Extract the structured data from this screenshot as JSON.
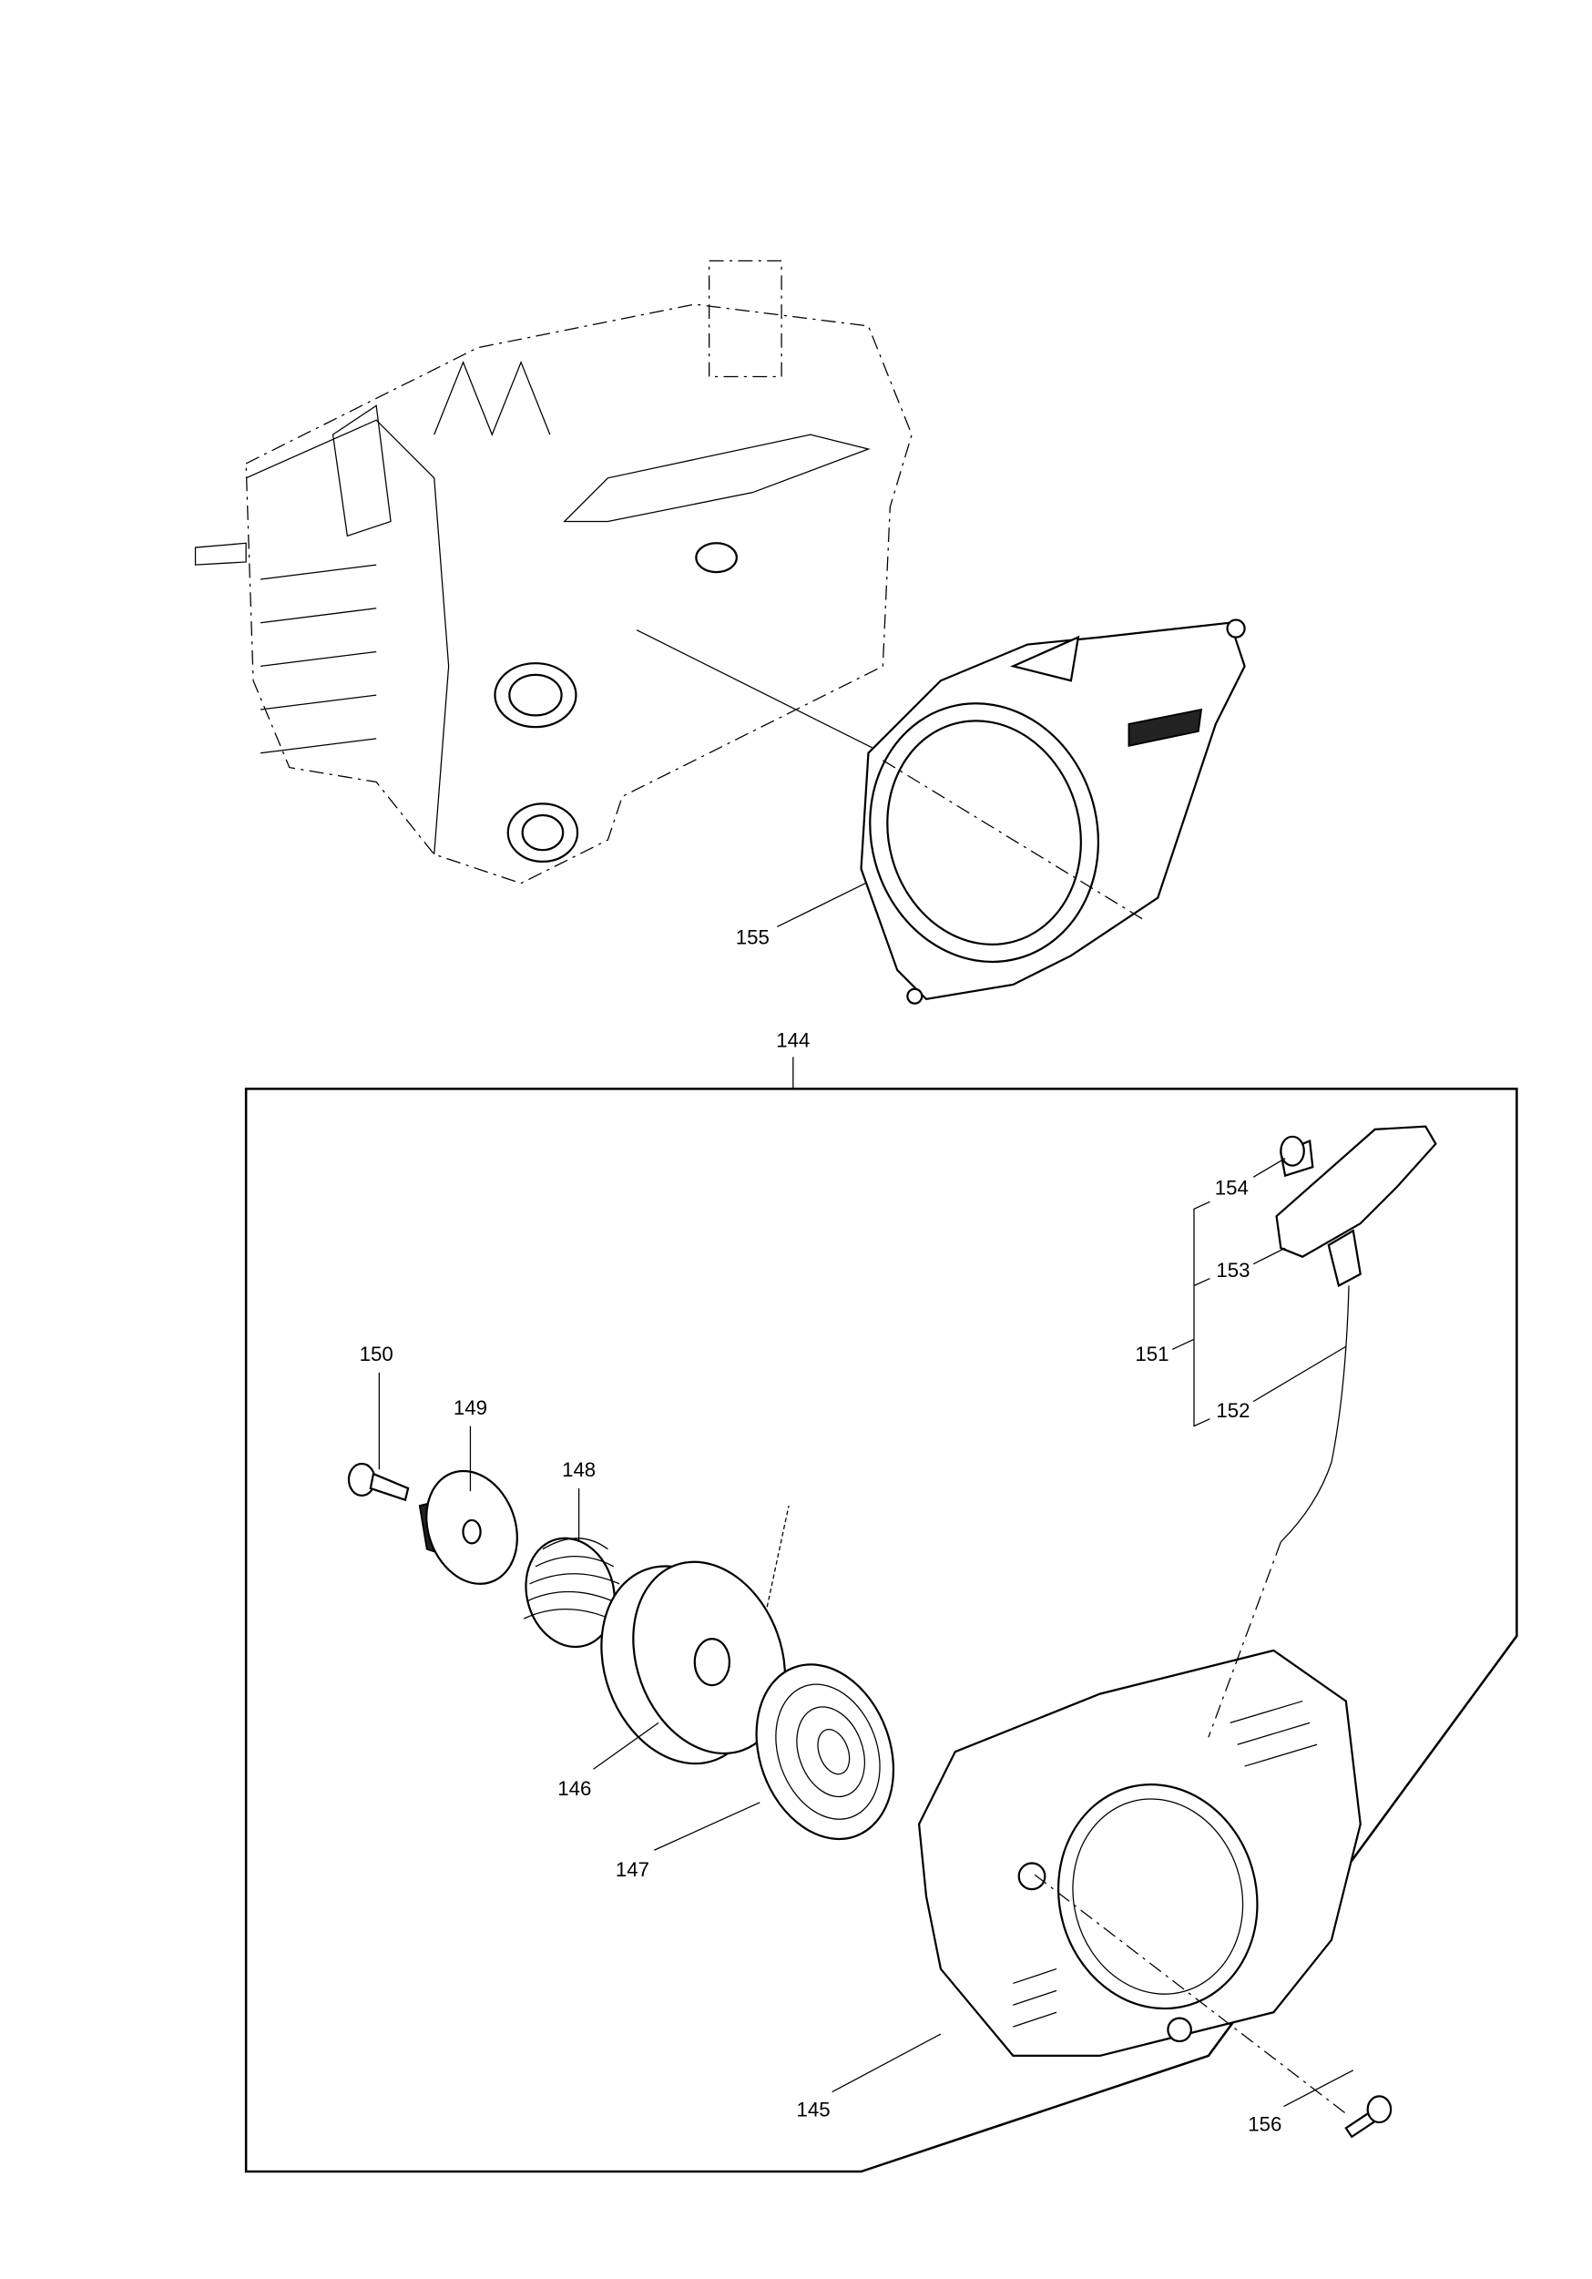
{
  "diagram": {
    "type": "exploded-parts-view",
    "labels": {
      "p144": "144",
      "p145": "145",
      "p146": "146",
      "p147": "147",
      "p148": "148",
      "p149": "149",
      "p150": "150",
      "p151": "151",
      "p152": "152",
      "p153": "153",
      "p154": "154",
      "p155": "155",
      "p156": "156"
    }
  }
}
